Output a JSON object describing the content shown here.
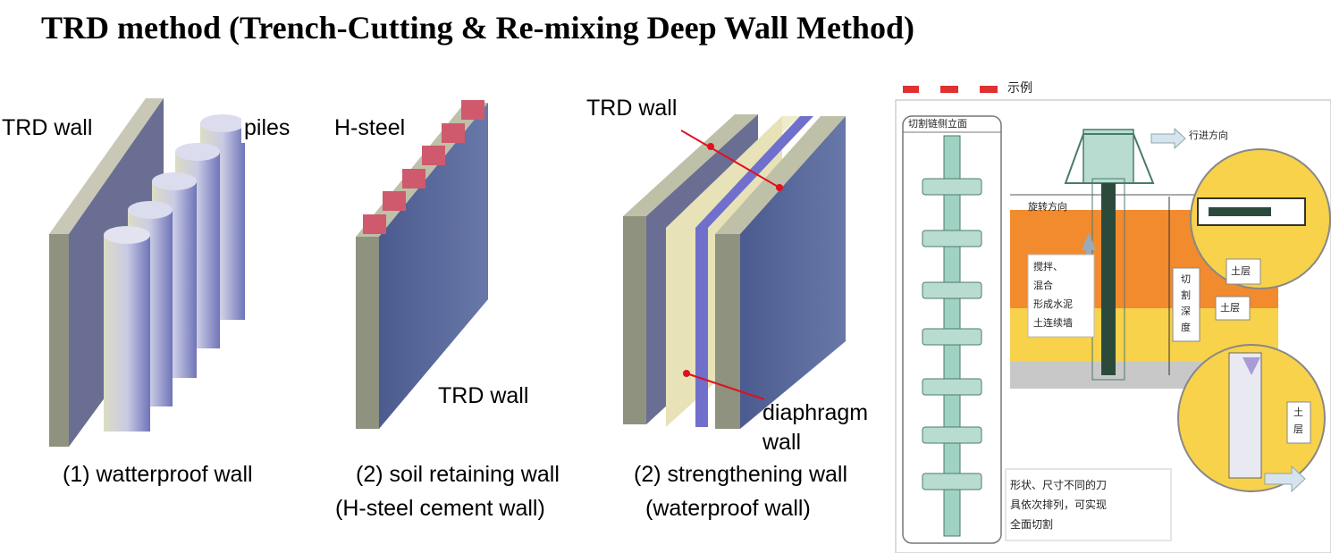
{
  "title": "TRD method (Trench-Cutting & Re-mixing Deep Wall Method)",
  "panel1": {
    "label_trd_wall": "TRD wall",
    "label_piles": "piles",
    "caption": "(1) watterproof wall"
  },
  "panel2": {
    "label_hsteel": "H-steel",
    "label_trd_wall": "TRD wall",
    "caption_line1": "(2) soil retaining wall",
    "caption_line2": "(H-steel cement wall)"
  },
  "panel3": {
    "label_trd_wall": "TRD wall",
    "label_diaphragm_line1": "diaphragm",
    "label_diaphragm_line2": "wall",
    "caption_line1": "(2) strengthening wall",
    "caption_line2": "(waterproof wall)"
  },
  "panel4": {
    "header_fragment": "示例",
    "chain_title": "切割链侧立面",
    "travel_direction": "行进方向",
    "rotation_direction": "旋转方向",
    "mixing_line1": "搅拌、",
    "mixing_line2": "混合",
    "mixing_line3": "形成水泥",
    "mixing_line4": "土连续墙",
    "cutting_depth": [
      "切",
      "割",
      "深",
      "度"
    ],
    "soil_layer": "土层",
    "soil_layer_side": [
      "土",
      "层"
    ],
    "note_line1": "形状、尺寸不同的刀",
    "note_line2": "具依次排列，可实现",
    "note_line3": "全面切割"
  },
  "colors": {
    "wall_face": "#5a6a9a",
    "wall_side": "#8d9080",
    "pile": "#c9cbe4",
    "flange": "#cf5a6e",
    "diaphragm": "#e7e2b7",
    "divider": "#7070cc",
    "pointer": "#e01020",
    "soil_orange": "#f28a2e",
    "soil_yellow": "#f7d24a",
    "machine": "#b8ddd0"
  }
}
